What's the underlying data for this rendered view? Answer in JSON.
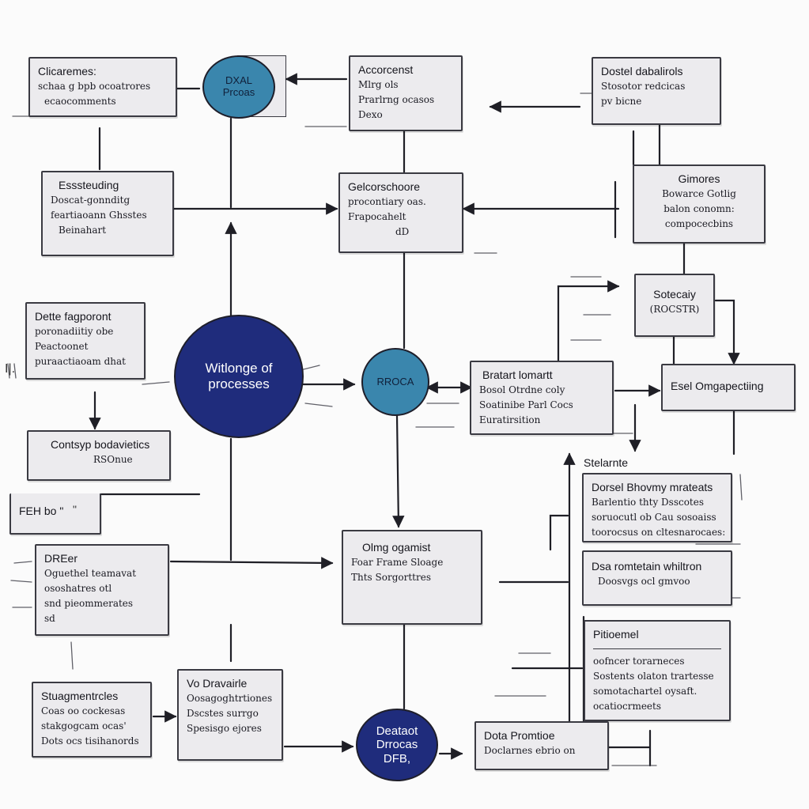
{
  "colors": {
    "background": "#fbfbfb",
    "box_fill": "#ecebee",
    "stroke": "#2a2a32",
    "circle_dark": "#1f2c7c",
    "circle_teal": "#3a86ad"
  },
  "circles": {
    "main": {
      "lines": [
        "Witlonge of",
        "processes"
      ]
    },
    "top": {
      "lines": [
        "DXAL",
        "Prcoas"
      ]
    },
    "middle": {
      "lines": [
        "RROCA"
      ]
    },
    "bottom": {
      "lines": [
        "Deataot",
        "Drrocas",
        "DFB,"
      ]
    }
  },
  "boxes": {
    "clicaremes": {
      "title": "Clicaremes:",
      "lines": [
        "schaa g bpb ocoatrores",
        "ecaocomments"
      ]
    },
    "accorcenst": {
      "title": "Accorcenst",
      "lines": [
        "Mlrg        ols",
        "Prarlrng ocasos",
        "Dexo"
      ]
    },
    "dostel": {
      "title": "Dostel dabalirols",
      "lines": [
        "Stosotor redcicas",
        "pv      bicne"
      ]
    },
    "essiteuding": {
      "title": "Esssteuding",
      "lines": [
        "Doscat-gonnditg",
        "feartiaoann Ghsstes",
        "Beinahart"
      ]
    },
    "gelcorschoore": {
      "title": "Gelcorschoore",
      "lines": [
        "procontiary oas.",
        "Frapocahelt",
        "dD"
      ]
    },
    "gimores": {
      "title": "Gimores",
      "lines": [
        "Bowarce Gotlig",
        "balon conomn:",
        "compocecbins"
      ]
    },
    "dette": {
      "title": "Dette fagporont",
      "lines": [
        "poronadiitiy obe",
        "Peactoonet",
        "puraactiaoam dhat"
      ]
    },
    "sotecaiy": {
      "title": "Sotecaiy",
      "lines": [
        "(ROCSTR)"
      ]
    },
    "beatart": {
      "title": "Bratart lomartt",
      "lines": [
        "Bosol Otrdne coly",
        "Soatinibe Parl Cocs",
        "Euratirsition"
      ]
    },
    "esel": {
      "title": "Esel Omgapectiing",
      "lines": []
    },
    "contsp": {
      "title": "Contsyp bodavietics",
      "lines": [
        "RSOnue"
      ]
    },
    "feri": {
      "title": "FEH bo   \"",
      "lines": []
    },
    "daraiter": {
      "title": "Stelarnte",
      "lines": []
    },
    "dorsel": {
      "title": "Dorsel Bhovmy mrateats",
      "lines": [
        "Barlentio thty Dsscotes",
        "soruocutl ob Cau sosoaiss",
        "toorocsus on cltesnarocaes:"
      ]
    },
    "dsa": {
      "title": "Dsa romtetain whiltron",
      "lines": [
        "Doosvgs ocl gmvoo"
      ]
    },
    "dreer": {
      "title": "DREer",
      "lines": [
        "Oguethel teamavat",
        "ososhatres otl",
        "snd pieommerates",
        "sd"
      ]
    },
    "olmg": {
      "title": "Olmg ogamist",
      "lines": [
        "Foar Frame Sloage",
        "Thts Sorgorttres"
      ]
    },
    "pitioemel": {
      "title": "Pitioemel",
      "lines": [
        "oofncer torarneces",
        "Sostents olaton trartesse",
        "somotachartel oysaft.",
        "ocatiocrmeets"
      ]
    },
    "sugmenturcles": {
      "title": "Stuagmentrcles",
      "lines": [
        "Coas  oo cockesas",
        "stakgogcam ocas'",
        "Dots ocs tisihanords"
      ]
    },
    "vodravaurle": {
      "title": "Vo Dravairle",
      "lines": [
        "Oosagoghtrtiones",
        "Dscstes surrgo",
        "Spesisgo      ejores"
      ]
    },
    "dota": {
      "title": "Dota Promtioe",
      "lines": [
        "Doclarnes  ebrio on"
      ]
    }
  },
  "labels": {
    "left_edge_mark": "I|.",
    "tick_mark": "\""
  }
}
